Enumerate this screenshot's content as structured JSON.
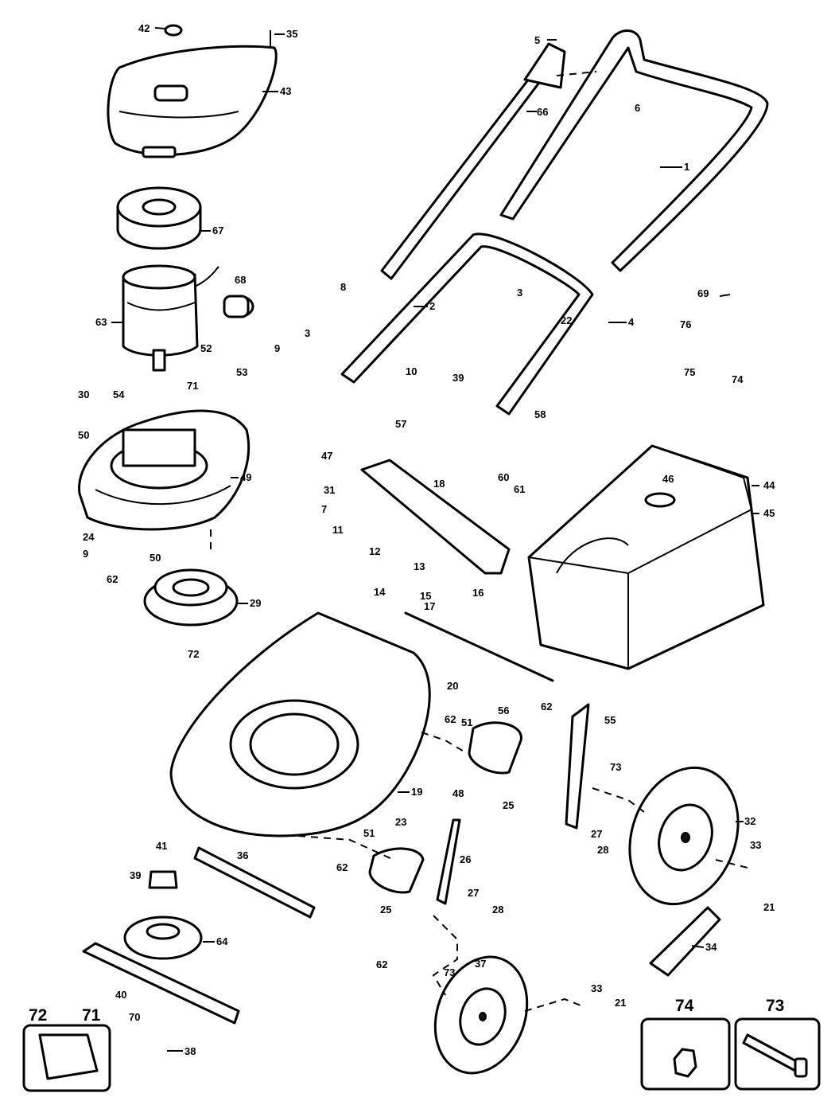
{
  "callouts": {
    "c1": "1",
    "c2": "2",
    "c3a": "3",
    "c3b": "3",
    "c4": "4",
    "c5": "5",
    "c6": "6",
    "c7": "7",
    "c8": "8",
    "c9a": "9",
    "c9b": "9",
    "c10": "10",
    "c11": "11",
    "c12": "12",
    "c13": "13",
    "c14": "14",
    "c15": "15",
    "c16": "16",
    "c17": "17",
    "c18": "18",
    "c19": "19",
    "c20": "20",
    "c21a": "21",
    "c21b": "21",
    "c22": "22",
    "c23": "23",
    "c24": "24",
    "c25a": "25",
    "c25b": "25",
    "c26": "26",
    "c27a": "27",
    "c27b": "27",
    "c28a": "28",
    "c28b": "28",
    "c29": "29",
    "c30": "30",
    "c31": "31",
    "c32": "32",
    "c33a": "33",
    "c33b": "33",
    "c34": "34",
    "c35": "35",
    "c36": "36",
    "c37": "37",
    "c38": "38",
    "c39a": "39",
    "c39b": "39",
    "c40": "40",
    "c41": "41",
    "c42": "42",
    "c43": "43",
    "c44": "44",
    "c45": "45",
    "c46": "46",
    "c47": "47",
    "c48": "48",
    "c49": "49",
    "c50a": "50",
    "c50b": "50",
    "c51a": "51",
    "c51b": "51",
    "c52": "52",
    "c53": "53",
    "c54": "54",
    "c55": "55",
    "c56": "56",
    "c57": "57",
    "c58": "58",
    "c60": "60",
    "c61": "61",
    "c62a": "62",
    "c62b": "62",
    "c62c": "62",
    "c62d": "62",
    "c63": "63",
    "c64": "64",
    "c66": "66",
    "c67": "67",
    "c68": "68",
    "c69": "69",
    "c70": "70",
    "c71": "71",
    "c72": "72",
    "c73a": "73",
    "c73b": "73",
    "c74": "74",
    "c75": "75",
    "c76": "76"
  },
  "insets": {
    "bag_label_72": "72",
    "bag_label_71": "71",
    "nut_label": "74",
    "bolt_label": "73"
  }
}
